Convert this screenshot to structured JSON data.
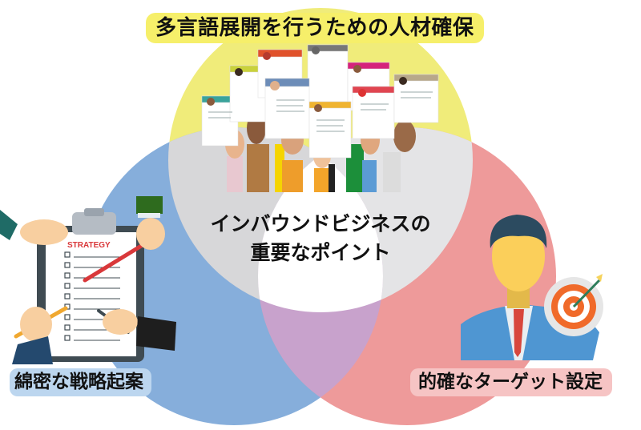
{
  "diagram": {
    "type": "venn",
    "title": "インバウンドビジネスの重要なポイント",
    "center_label_line1": "インバウンドビジネスの",
    "center_label_line2": "重要なポイント",
    "circles": [
      {
        "id": "top",
        "label": "多言語展開を行うための人材確保",
        "color": "#f0ec7a",
        "illustration": "hands-holding-resumes"
      },
      {
        "id": "left",
        "label": "綿密な戦略起案",
        "color": "#86aedb",
        "illustration": "strategy-clipboard"
      },
      {
        "id": "right",
        "label": "的確なターゲット設定",
        "color": "#ee9a9a",
        "illustration": "businessman-with-target"
      }
    ],
    "overlap_colors": {
      "top_left": "#d7d7d9",
      "top_right": "#e4e4e6",
      "left_right": "#c8a2cc",
      "center": "#ffffff"
    },
    "clipboard_title": "STRATEGY"
  }
}
